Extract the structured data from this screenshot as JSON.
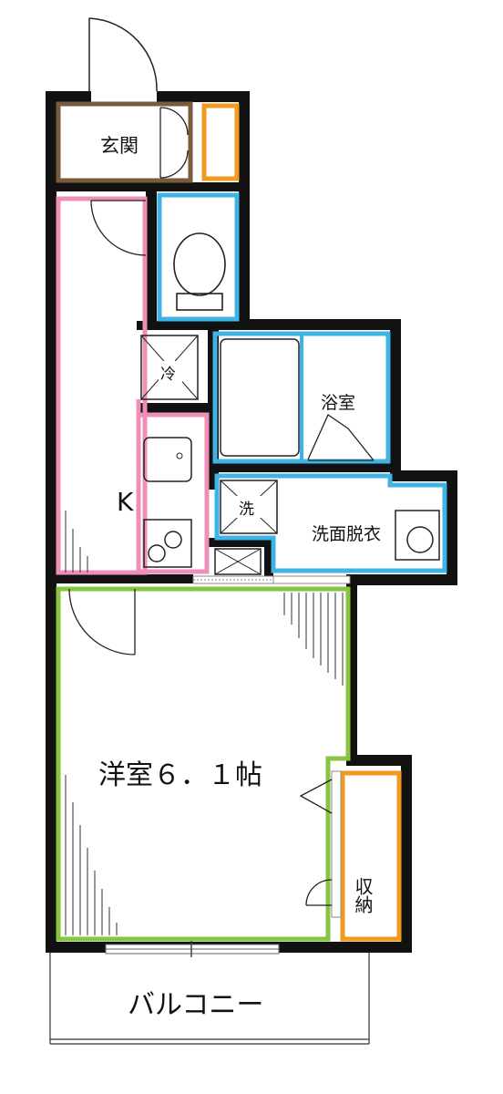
{
  "rooms": {
    "entrance": "玄関",
    "kitchen": "K",
    "fridge": "冷",
    "bathroom": "浴室",
    "washer": "洗",
    "dressing": "洗面脱衣",
    "western_room": "洋室６．１帖",
    "storage": "収納",
    "balcony": "バルコニー"
  },
  "colors": {
    "wall": "#111111",
    "entrance": "#7a5a3c",
    "shoe_closet": "#f29a1d",
    "kitchen": "#ee8fb8",
    "wet_area": "#3fb3e4",
    "western_room": "#86c441",
    "storage": "#f29a1d"
  }
}
